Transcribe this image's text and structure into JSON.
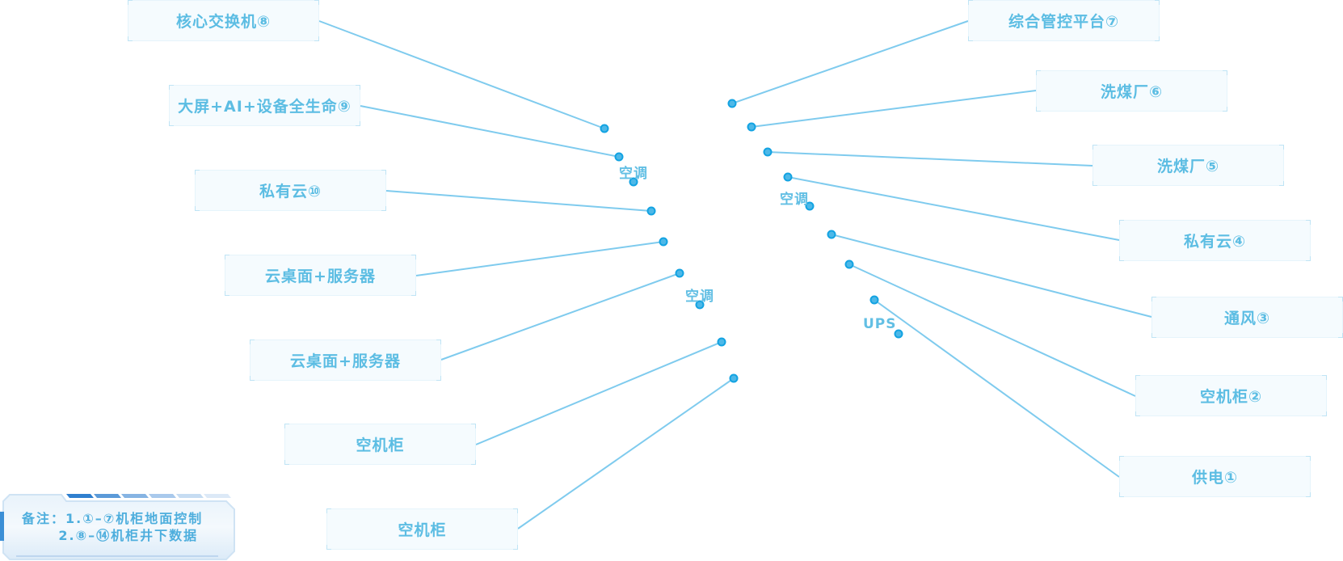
{
  "colors": {
    "line": "#7fcbee",
    "dot": "#13a3e2",
    "dot_center": "#4db8e8",
    "label": "#5cbde3"
  },
  "left_nodes": [
    {
      "id": "n8",
      "label": "核心交换机⑧"
    },
    {
      "id": "n9",
      "label": "大屏+AI+设备全生命⑨"
    },
    {
      "id": "n10",
      "label": "私有云⑩"
    },
    {
      "id": "n11",
      "label": "云桌面+服务器"
    },
    {
      "id": "n12",
      "label": "云桌面+服务器"
    },
    {
      "id": "n13",
      "label": "空机柜"
    },
    {
      "id": "n14",
      "label": "空机柜"
    }
  ],
  "right_nodes": [
    {
      "id": "n7",
      "label": "综合管控平台⑦"
    },
    {
      "id": "n6",
      "label": "洗煤厂⑥"
    },
    {
      "id": "n5",
      "label": "洗煤厂⑤"
    },
    {
      "id": "n4",
      "label": "私有云④"
    },
    {
      "id": "n3",
      "label": "通风③"
    },
    {
      "id": "n2",
      "label": "空机柜②"
    },
    {
      "id": "n1",
      "label": "供电①"
    }
  ],
  "equipment_tags": [
    {
      "label": "空调"
    },
    {
      "label": "空调"
    },
    {
      "label": "空调"
    },
    {
      "label": "UPS"
    }
  ],
  "note": {
    "line1": "备注：1.①–⑦机柜地面控制",
    "line2": "      2.⑧–⑭机柜井下数据"
  }
}
